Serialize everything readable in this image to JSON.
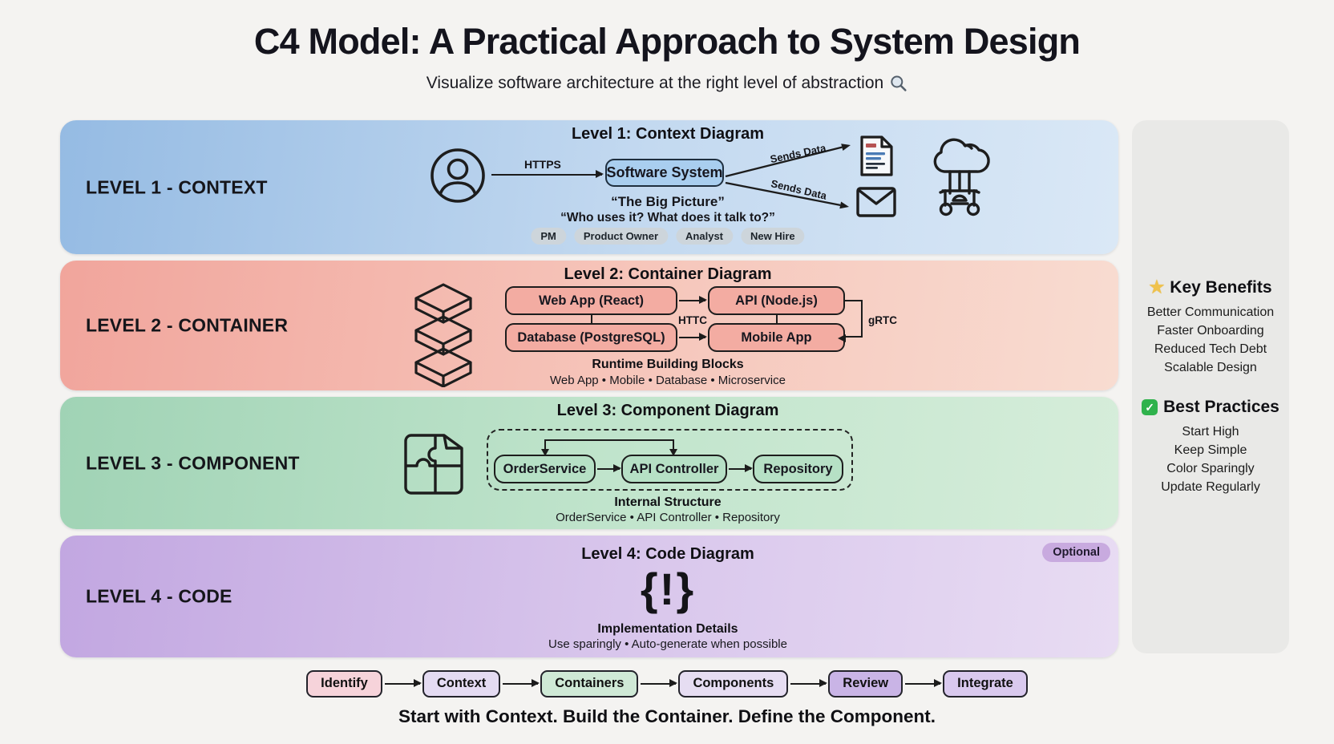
{
  "header": {
    "title": "C4 Model: A Practical Approach to System Design",
    "subtitle": "Visualize software architecture at the right level of abstraction"
  },
  "level1": {
    "side_label": "LEVEL 1 - CONTEXT",
    "heading": "Level 1: Context Diagram",
    "https_label": "HTTPS",
    "system_box": "Software System",
    "sends_data_top": "Sends Data",
    "sends_data_bottom": "Sends Data",
    "tagline": "“The Big Picture”",
    "question": "“Who uses it? What does it talk to?”",
    "badges": [
      "PM",
      "Product Owner",
      "Analyst",
      "New Hire"
    ]
  },
  "level2": {
    "side_label": "LEVEL 2 - CONTAINER",
    "heading": "Level 2: Container Diagram",
    "boxes": [
      "Web App (React)",
      "API (Node.js)",
      "Database (PostgreSQL)",
      "Mobile App"
    ],
    "label_httc": "HTTC",
    "label_grtc": "gRTC",
    "caption_bold": "Runtime Building Blocks",
    "caption": "Web App • Mobile • Database • Microservice"
  },
  "level3": {
    "side_label": "LEVEL 3 - COMPONENT",
    "heading": "Level 3: Component Diagram",
    "boxes": [
      "OrderService",
      "API Controller",
      "Repository"
    ],
    "caption_bold": "Internal Structure",
    "caption": "OrderService • API Controller • Repository"
  },
  "level4": {
    "side_label": "LEVEL 4 - CODE",
    "heading": "Level 4: Code Diagram",
    "optional_badge": "Optional",
    "code_glyph": "{!}",
    "caption_bold": "Implementation Details",
    "caption": "Use sparingly • Auto-generate when possible"
  },
  "sidebar": {
    "benefits_title": "Key Benefits",
    "benefits": [
      "Better Communication",
      "Faster Onboarding",
      "Reduced Tech Debt",
      "Scalable Design"
    ],
    "practices_title": "Best Practices",
    "practices": [
      "Start High",
      "Keep Simple",
      "Color Sparingly",
      "Update Regularly"
    ]
  },
  "flow": {
    "steps": [
      "Identify",
      "Context",
      "Containers",
      "Components",
      "Review",
      "Integrate"
    ],
    "statement": "Start with Context. Build the Container. Define the Component."
  },
  "icons": {
    "subtitle_icon": "magnifier-icon",
    "level1_actor": "person-icon",
    "level1_outputs": [
      "document-icon",
      "envelope-icon",
      "cloud-service-icon"
    ],
    "level2_side": "stacked-containers-icon",
    "level3_side": "puzzle-icon",
    "benefits_star": "★",
    "practices_check": "✓"
  },
  "colors": {
    "page_bg": "#f4f3f1",
    "level1_left": "#95bbe3",
    "level1_right": "#dae8f6",
    "level2_left": "#f1a59c",
    "level2_right": "#f8dcd1",
    "level3_left": "#a0d3b5",
    "level3_right": "#d6edda",
    "level4_left": "#c2a7e1",
    "level4_right": "#e8dcf3",
    "system_box_fill": "#a9ceef",
    "container_box_fill": "#f3aca2",
    "component_box_fill": "#b6e0c5",
    "sidebar_bg": "#e9e9e7",
    "optional_badge_bg": "#c8aadf",
    "flow_step_fills": [
      "#f6d3da",
      "#e4dbf2",
      "#cfe9d6",
      "#e6ddf2",
      "#c9b4e6",
      "#d9c9ee"
    ]
  }
}
